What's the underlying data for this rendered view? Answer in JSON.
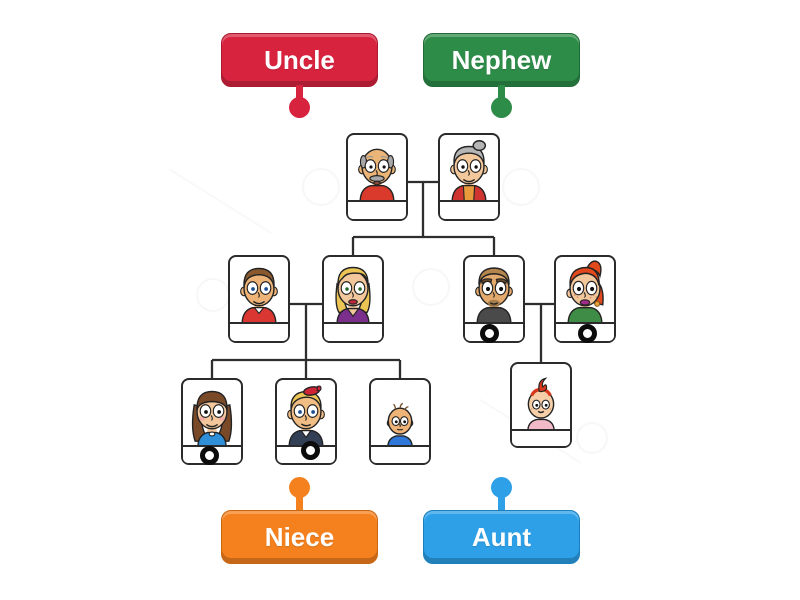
{
  "activity": {
    "kind": "drag-labels-to-family-tree",
    "labels": [
      {
        "id": "uncle",
        "text": "Uncle",
        "color": "#d8233f",
        "color_dark": "#a91a30",
        "pin": "below"
      },
      {
        "id": "nephew",
        "text": "Nephew",
        "color": "#2e8c49",
        "color_dark": "#1f6b36",
        "pin": "below"
      },
      {
        "id": "niece",
        "text": "Niece",
        "color": "#f5811e",
        "color_dark": "#c96612",
        "pin": "above"
      },
      {
        "id": "aunt",
        "text": "Aunt",
        "color": "#2da0e8",
        "color_dark": "#1b7fbd",
        "pin": "above"
      }
    ]
  },
  "diagram": {
    "line_color": "#2e2e2e",
    "portraits": [
      {
        "id": "grandfather",
        "icon": "grandfather-portrait",
        "answer_slot": false,
        "face": {
          "skin": "#ecb578",
          "hair": "#a8a8a8",
          "shirt": "#d93a2b"
        }
      },
      {
        "id": "grandmother",
        "icon": "grandmother-portrait",
        "answer_slot": false,
        "face": {
          "skin": "#f3c79c",
          "hair": "#b5b5b5",
          "shirt": "#cf3430",
          "accent": "#e89a3c"
        }
      },
      {
        "id": "father",
        "icon": "father-portrait",
        "answer_slot": false,
        "face": {
          "skin": "#eeb377",
          "hair": "#8a5a2e",
          "shirt": "#da3732"
        }
      },
      {
        "id": "mother",
        "icon": "mother-portrait",
        "answer_slot": false,
        "face": {
          "skin": "#f3c79c",
          "hair": "#ecc554",
          "shirt": "#7b2e8c"
        }
      },
      {
        "id": "uncle-man",
        "icon": "uncle-portrait",
        "answer_slot": true,
        "face": {
          "skin": "#e3a96d",
          "hair": "#b5854e",
          "shirt": "#4a4a4a"
        }
      },
      {
        "id": "aunt-woman",
        "icon": "aunt-portrait",
        "answer_slot": true,
        "face": {
          "skin": "#f3c79c",
          "hair": "#e2491c",
          "shirt": "#3e8c46",
          "accent": "#a12c8a"
        }
      },
      {
        "id": "daughter",
        "icon": "niece-girl-portrait",
        "answer_slot": true,
        "face": {
          "skin": "#f3c79c",
          "hair": "#7a4a28",
          "shirt": "#2f8fd9"
        }
      },
      {
        "id": "son",
        "icon": "nephew-boy-portrait",
        "answer_slot": true,
        "face": {
          "skin": "#f0bd85",
          "hair": "#ecc554",
          "shirt": "#333f55",
          "accent": "#cf2436"
        }
      },
      {
        "id": "baby-boy",
        "icon": "baby-boy-portrait",
        "answer_slot": false,
        "face": {
          "skin": "#eeb377",
          "hair": "#6e4a26",
          "shirt": "#2f78d9"
        }
      },
      {
        "id": "baby-girl",
        "icon": "baby-girl-portrait",
        "answer_slot": false,
        "face": {
          "skin": "#f6cfa9",
          "hair": "#d8391c",
          "shirt": "#f2b9c7"
        }
      }
    ]
  }
}
